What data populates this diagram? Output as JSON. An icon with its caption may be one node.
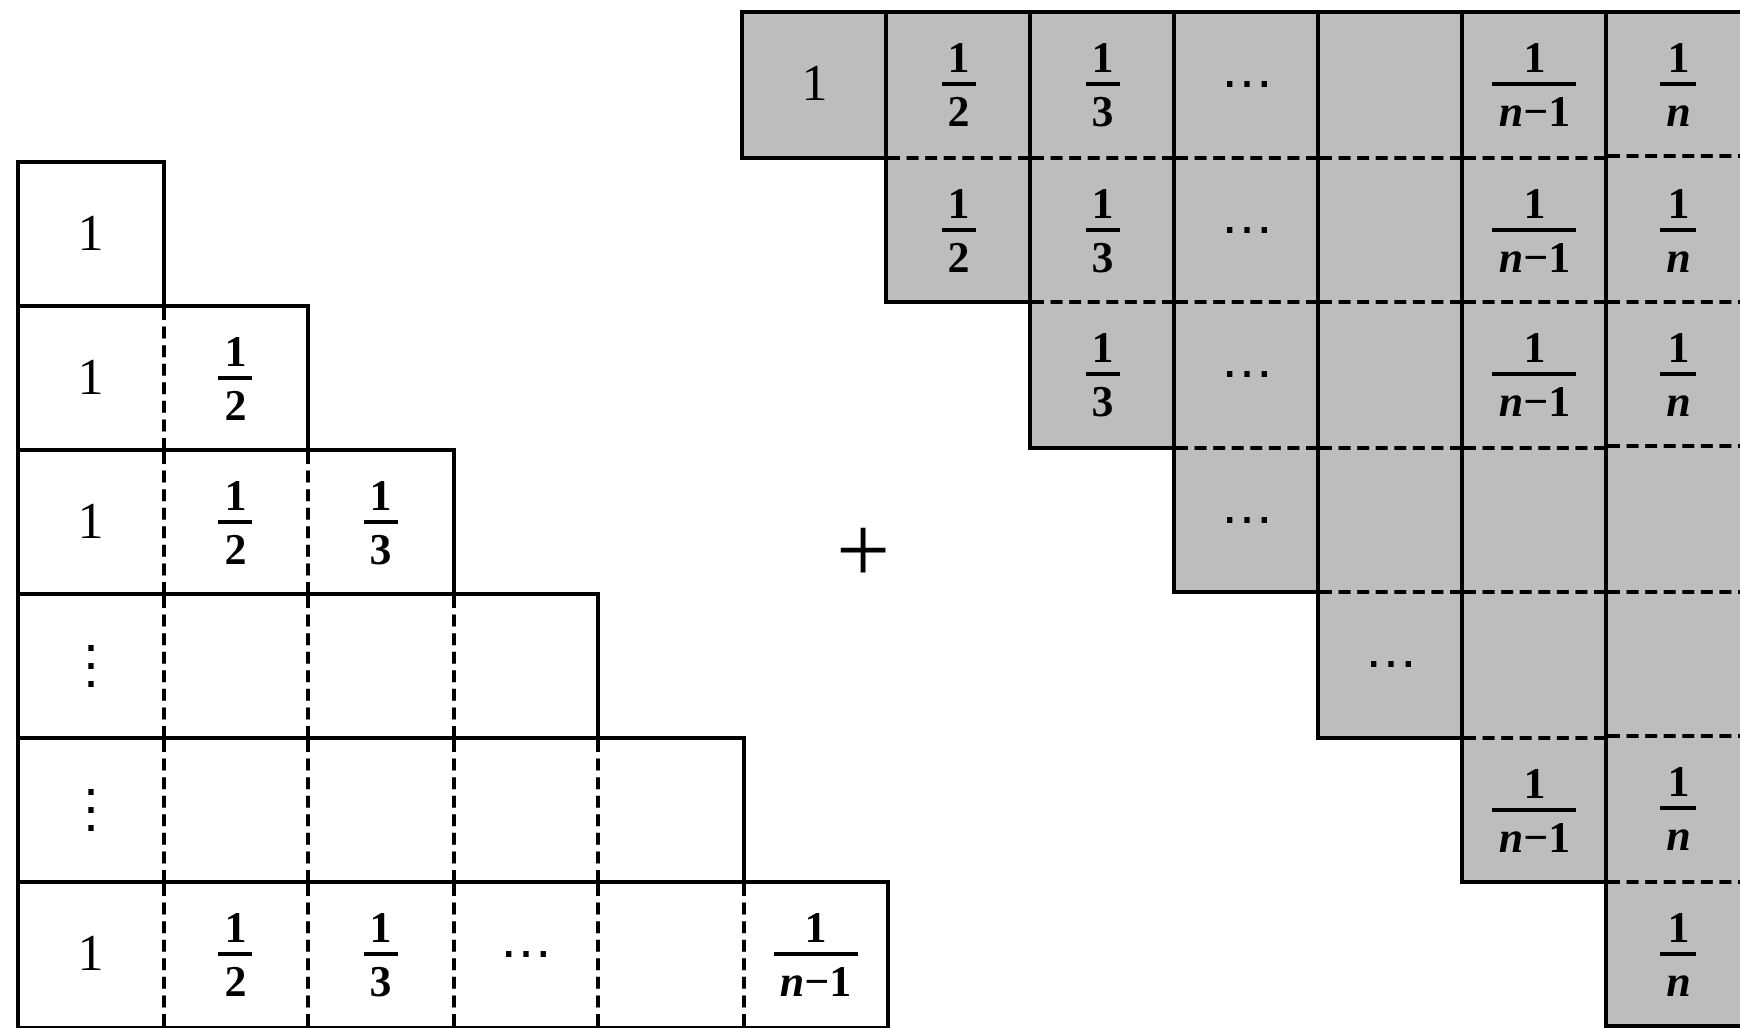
{
  "diagram": {
    "nodes": [
      {
        "text": [
          "1"
        ]
      },
      {
        "text": [
          "1",
          "1 2"
        ]
      },
      {
        "text": [
          "1",
          "1 2",
          "1 3"
        ]
      },
      {
        "text": [
          "⋮"
        ]
      },
      {
        "text": [
          "⋮"
        ]
      },
      {
        "text": [
          "1",
          "1 2",
          "1 3",
          "⋯",
          "1 *n*−1"
        ]
      },
      {
        "text": [
          "1"
        ]
      },
      {
        "text": [
          "1 2",
          "1 2"
        ]
      },
      {
        "text": [
          "1 3",
          "1 3",
          "1 3"
        ]
      },
      {
        "text": [
          "⋯",
          "⋯",
          "⋯",
          "⋯"
        ]
      },
      {
        "text": [
          "⋯"
        ]
      },
      {
        "text": [
          "1 *n*−1",
          "1 *n*−1",
          "1 *n*−1",
          "1 *n*−1"
        ]
      },
      {
        "text": [
          "1 *n*",
          "1 *n*",
          "1 *n*",
          "1 *n*",
          "1 *n*"
        ]
      }
    ],
    "labels": [
      "+"
    ]
  }
}
